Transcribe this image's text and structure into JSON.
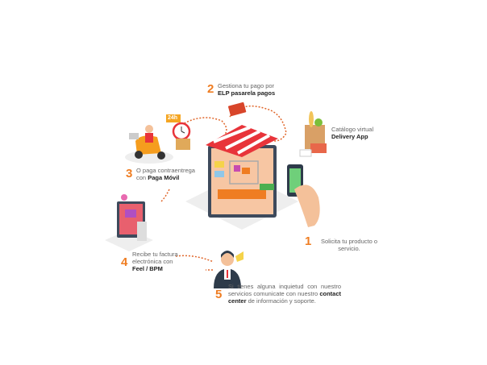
{
  "steps": [
    {
      "number": "1",
      "text": "Solicita tu producto o servicio."
    },
    {
      "number": "2",
      "text": "Gestiona tu pago por",
      "bold": "ELP pasarela pagos"
    },
    {
      "number": "3",
      "text": "O paga contraentrega con",
      "bold": "Paga Móvil"
    },
    {
      "number": "4",
      "text": "Recibe tu factura electrónica con",
      "bold": "Feel / BPM"
    },
    {
      "number": "5",
      "text": "Si tienes alguna inquietud con nuestro servicios comunicate con nuestro",
      "bold": "contact center",
      "text_after": "de información y soporte."
    }
  ],
  "catalog": {
    "text": "Catálogo virtual",
    "bold": "Delivery App"
  },
  "clock_badge": "24h",
  "colors": {
    "accent": "#ef7d22",
    "awning_red": "#e8343a",
    "green": "#4caf50"
  }
}
